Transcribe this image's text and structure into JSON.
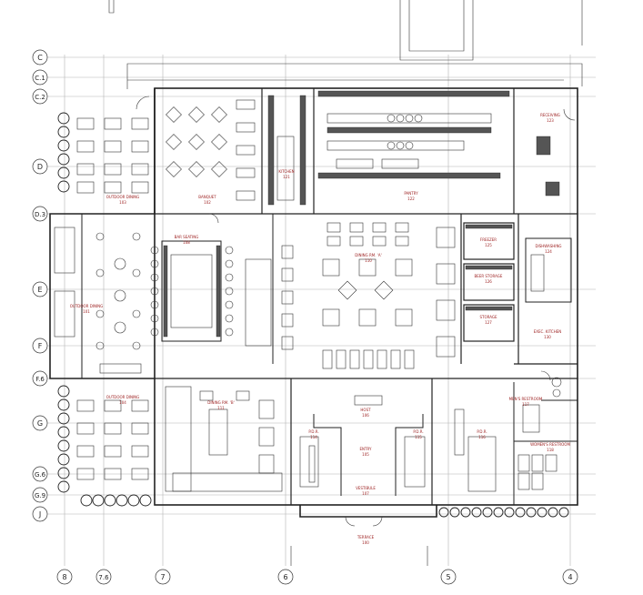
{
  "grid": {
    "rows": [
      "C",
      "C.1",
      "C.2",
      "D",
      "D.3",
      "E",
      "F",
      "F.6",
      "G",
      "G.6",
      "G.9",
      "J"
    ],
    "columns": [
      "8",
      "7.6",
      "7",
      "6",
      "5",
      "4"
    ]
  },
  "rooms": [
    {
      "id": "outdoor-dining-north",
      "label": "OUTDOOR DINING",
      "number": "103"
    },
    {
      "id": "banquet",
      "label": "BANQUET",
      "number": "102"
    },
    {
      "id": "kitchen",
      "label": "KITCHEN",
      "number": "121"
    },
    {
      "id": "pantry",
      "label": "PANTRY",
      "number": "122"
    },
    {
      "id": "receiving",
      "label": "RECEIVING",
      "number": "123"
    },
    {
      "id": "bar-seating",
      "label": "BAR SEATING",
      "number": "108"
    },
    {
      "id": "dining-rm-a",
      "label": "DINING RM. 'A'",
      "number": "110"
    },
    {
      "id": "outdoor-dining-west",
      "label": "OUTDOOR DINING",
      "number": "101"
    },
    {
      "id": "freezer",
      "label": "FREEZER",
      "number": "125"
    },
    {
      "id": "beer-storage",
      "label": "BEER STORAGE",
      "number": "126"
    },
    {
      "id": "storage",
      "label": "STORAGE",
      "number": "127"
    },
    {
      "id": "dishwashing",
      "label": "DISHWASHING",
      "number": "124"
    },
    {
      "id": "exec-kitchen",
      "label": "EXEC. KITCHEN",
      "number": "130"
    },
    {
      "id": "outdoor-dining-south",
      "label": "OUTDOOR DINING",
      "number": "104"
    },
    {
      "id": "dining-rm-b",
      "label": "DINING RM. 'B'",
      "number": "111"
    },
    {
      "id": "host",
      "label": "HOST",
      "number": "106"
    },
    {
      "id": "entry",
      "label": "ENTRY",
      "number": "105"
    },
    {
      "id": "pdr-1",
      "label": "P.D.R.",
      "number": "114"
    },
    {
      "id": "pdr-2",
      "label": "P.D.R.",
      "number": "115"
    },
    {
      "id": "pdr-3",
      "label": "P.D.R.",
      "number": "116"
    },
    {
      "id": "mens-restroom",
      "label": "MEN'S RESTROOM",
      "number": "117"
    },
    {
      "id": "womens-restroom",
      "label": "WOMEN'S RESTROOM",
      "number": "118"
    },
    {
      "id": "vestibule",
      "label": "VESTIBULE",
      "number": "107"
    },
    {
      "id": "terrace",
      "label": "TERRACE",
      "number": "100"
    }
  ]
}
